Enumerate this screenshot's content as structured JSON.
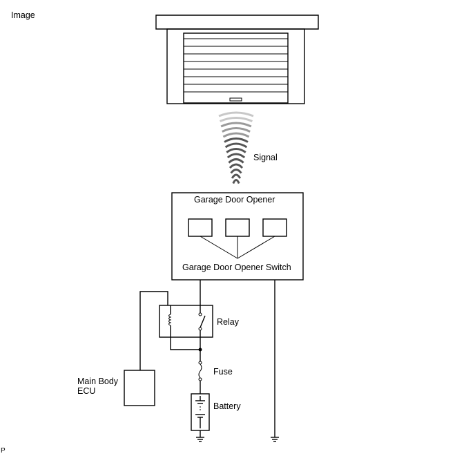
{
  "header": {
    "title": "Image"
  },
  "labels": {
    "signal": "Signal",
    "garage_door_opener": "Garage Door Opener",
    "garage_door_opener_switch": "Garage Door Opener Switch",
    "relay": "Relay",
    "main_body_ecu_line1": "Main Body",
    "main_body_ecu_line2": "ECU",
    "fuse": "Fuse",
    "battery": "Battery"
  },
  "footer": {
    "mark": "P"
  },
  "icons": [
    "garage-icon",
    "signal-wave-icon",
    "relay-coil-icon",
    "switch-icon",
    "fuse-icon",
    "battery-icon",
    "ground-icon"
  ]
}
